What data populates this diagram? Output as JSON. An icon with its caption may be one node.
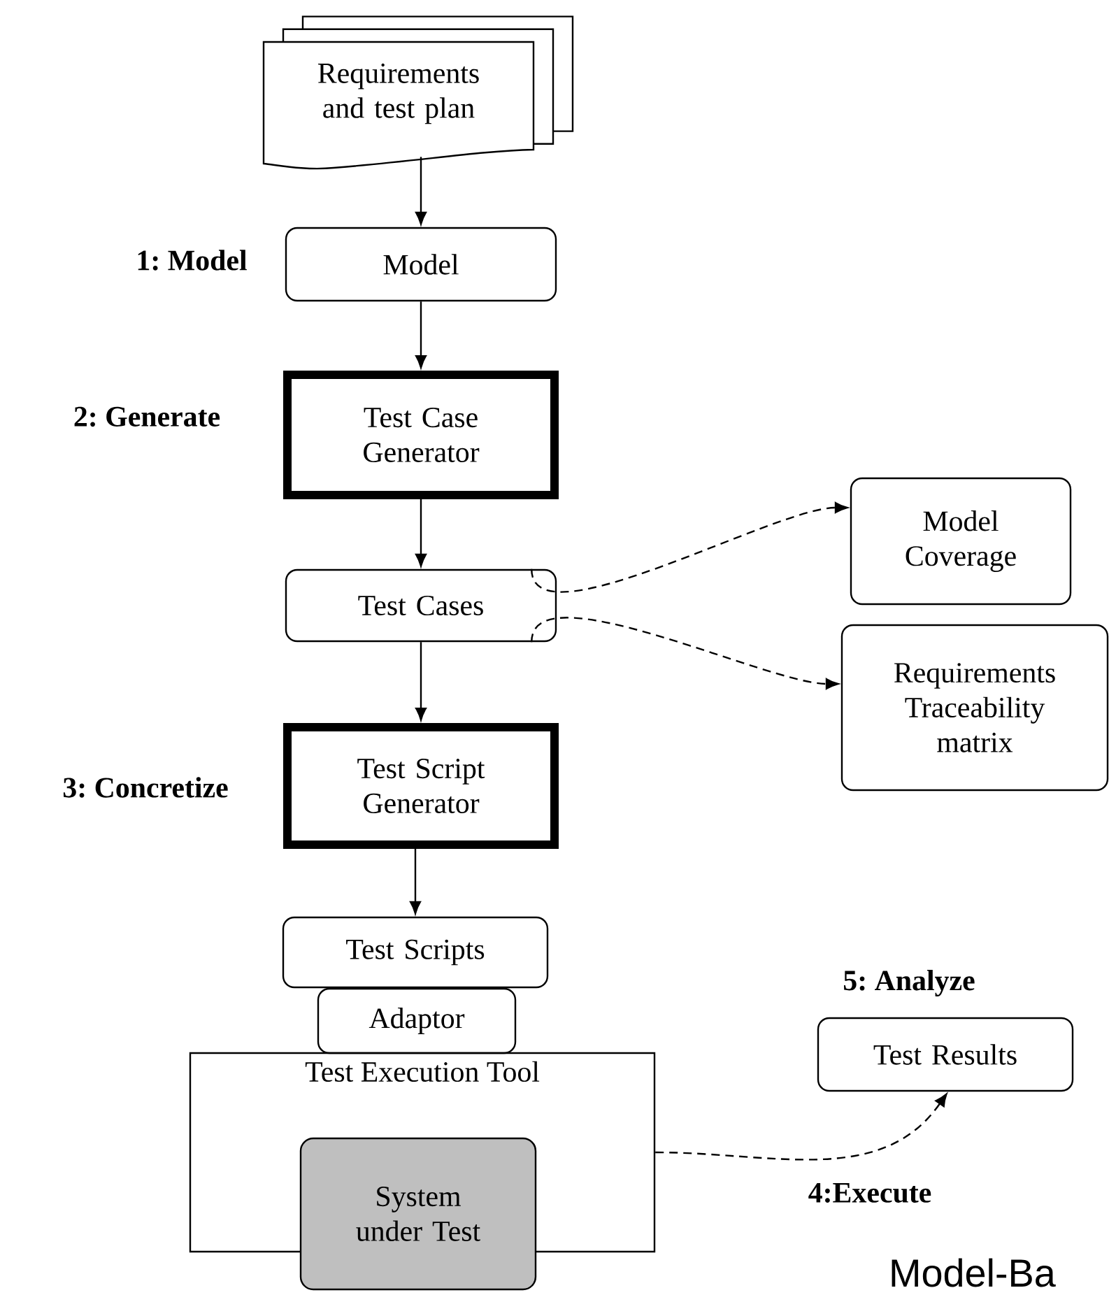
{
  "diagram": {
    "nodes": [
      {
        "text": [
          "Requirements and test plan"
        ]
      },
      {
        "text": [
          "Model"
        ]
      },
      {
        "text": [
          "Test Case Generator"
        ]
      },
      {
        "text": [
          "Test Cases"
        ]
      },
      {
        "text": [
          "Model Coverage"
        ]
      },
      {
        "text": [
          "Requirements Traceability matrix"
        ]
      },
      {
        "text": [
          "Test Script Generator"
        ]
      },
      {
        "text": [
          "Test Scripts"
        ]
      },
      {
        "text": [
          "Adaptor"
        ]
      },
      {
        "text": [
          "Test Execution Tool"
        ]
      },
      {
        "text": [
          "System under Test"
        ]
      },
      {
        "text": [
          "Test Results"
        ]
      }
    ],
    "edges": [
      {
        "from": 0,
        "to": 1,
        "arrow": "to"
      },
      {
        "from": 1,
        "to": 2,
        "arrow": "to"
      },
      {
        "from": 2,
        "to": 3,
        "arrow": "to"
      },
      {
        "from": 3,
        "to": 4,
        "arrow": "to",
        "style": "dashed"
      },
      {
        "from": 3,
        "to": 5,
        "arrow": "to",
        "style": "dashed"
      },
      {
        "from": 3,
        "to": 6,
        "arrow": "to"
      },
      {
        "from": 6,
        "to": 7,
        "arrow": "to"
      },
      {
        "from": 9,
        "to": 11,
        "arrow": "to",
        "style": "dashed"
      }
    ],
    "labels": [
      "1: Model",
      "2: Generate",
      "3: Concretize",
      "5: Analyze",
      "4:Execute",
      "Model-Ba"
    ]
  }
}
